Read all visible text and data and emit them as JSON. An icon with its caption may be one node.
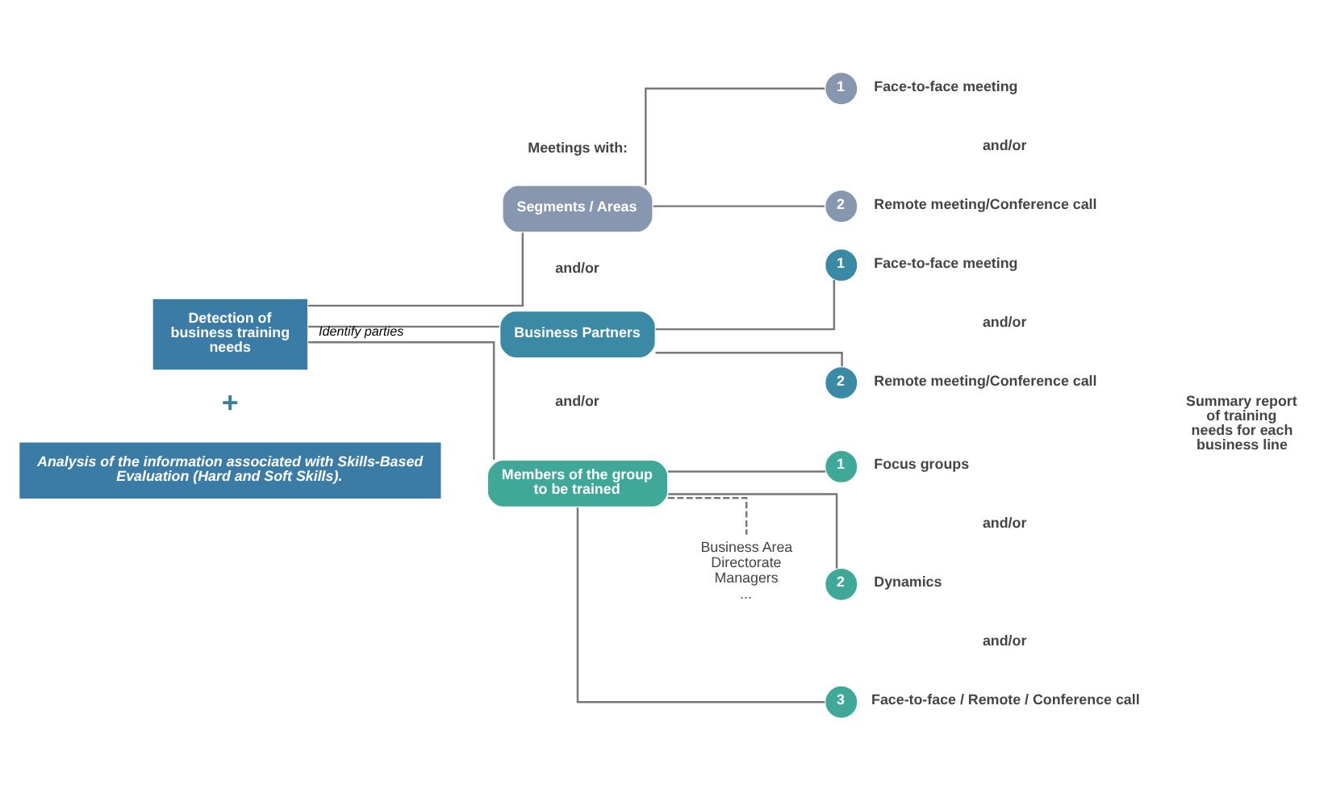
{
  "diagram": {
    "nodes": [
      {
        "text": [
          "Detection of business training needs"
        ]
      },
      {
        "text": [
          "Segments / Areas"
        ]
      },
      {
        "text": [
          "Business Partners"
        ]
      },
      {
        "text": [
          "Members of the group to be trained"
        ]
      },
      {
        "text": [
          "1"
        ],
        "beside": [
          "Face-to-face meeting"
        ]
      },
      {
        "text": [
          "2"
        ],
        "beside": [
          "Remote meeting/Conference call"
        ]
      },
      {
        "text": [
          "1"
        ],
        "beside": [
          "Face-to-face meeting"
        ]
      },
      {
        "text": [
          "2"
        ],
        "beside": [
          "Remote meeting/Conference call"
        ]
      },
      {
        "text": [
          "1"
        ],
        "beside": [
          "Focus groups"
        ]
      },
      {
        "text": [
          "2"
        ],
        "beside": [
          "Dynamics"
        ]
      },
      {
        "text": [
          "3"
        ],
        "beside": [
          "Face-to-face / Remote / Conference call"
        ]
      },
      {
        "text": [
          "Business Area",
          "Directorate",
          "Managers",
          "..."
        ]
      },
      {
        "text": [
          "Analysis of the information associated with Skills-Based Evaluation (Hard and Soft Skills)."
        ]
      }
    ],
    "edges": [
      {
        "from": 0,
        "to": 1,
        "arrow": "none"
      },
      {
        "from": 0,
        "to": 2,
        "arrow": "none",
        "label": "Identify parties"
      },
      {
        "from": 0,
        "to": 3,
        "arrow": "none"
      },
      {
        "from": 1,
        "to": 4,
        "arrow": "none"
      },
      {
        "from": 1,
        "to": 5,
        "arrow": "none"
      },
      {
        "from": 2,
        "to": 6,
        "arrow": "none"
      },
      {
        "from": 2,
        "to": 7,
        "arrow": "none"
      },
      {
        "from": 3,
        "to": 8,
        "arrow": "none"
      },
      {
        "from": 3,
        "to": 9,
        "arrow": "none"
      },
      {
        "from": 3,
        "to": 10,
        "arrow": "none"
      },
      {
        "from": 3,
        "to": 11,
        "arrow": "none",
        "style": "dashed"
      }
    ],
    "labels": [
      "Meetings with:",
      "and/or",
      "and/or",
      "and/or",
      "and/or",
      "and/or",
      "and/or",
      "+",
      "Summary report of training needs for each business line"
    ]
  }
}
